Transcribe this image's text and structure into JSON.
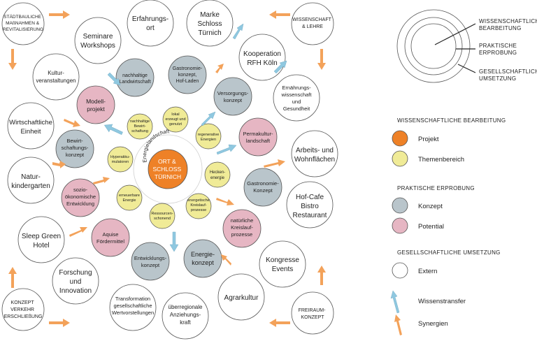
{
  "colors": {
    "projekt": "#ee8127",
    "themenbereich": "#f0eb97",
    "konzept": "#b9c5cb",
    "potential": "#e6b6c3",
    "extern": "#ffffff",
    "stroke": "#555555",
    "wissenstransfer": "#8fc8e0",
    "synergien": "#f3a25a"
  },
  "center": {
    "label": [
      "ORT &",
      "SCHLOSS",
      "TÜRNICH"
    ],
    "arc_label": "Energielandschaft"
  },
  "themes": [
    [
      "lokal",
      "erzeugt und",
      "genutzt"
    ],
    [
      "regenerative",
      "Energien"
    ],
    [
      "Hecken-",
      "energie"
    ],
    [
      "energetische",
      "Kreislauf-",
      "prozesse"
    ],
    [
      "Ressourcen-",
      "schonend"
    ],
    [
      "erneuerbare",
      "Energie"
    ],
    [
      "Hyperakku-",
      "mulatoren"
    ],
    [
      "nachhaltige",
      "Bewirt-",
      "schaftung"
    ]
  ],
  "concepts": [
    [
      "nachhaltige",
      "Landwirtschaft"
    ],
    [
      "Gastronomie-",
      "konzept,",
      "Hof-Laden"
    ],
    [
      "Versorgungs-",
      "konzept"
    ],
    [
      "Gastronomie-",
      "Konzept"
    ],
    [
      "Energie-",
      "konzept"
    ],
    [
      "Entwicklungs-",
      "konzept"
    ],
    [
      "Bewirt-",
      "schaftungs-",
      "konzept"
    ]
  ],
  "potentials": [
    [
      "Modell-",
      "projekt"
    ],
    [
      "Permakultur-",
      "landschaft"
    ],
    [
      "natürliche",
      "Kreislauf-",
      "prozesse"
    ],
    [
      "Aquise",
      "Fördermittel"
    ],
    [
      "sozio-",
      "ökonomische",
      "Entwicklung"
    ]
  ],
  "externals": [
    [
      "Erfahrungs-",
      "ort"
    ],
    [
      "Marke",
      "Schloss",
      "Türnich"
    ],
    [
      "Seminare",
      "Workshops"
    ],
    [
      "Kultur-",
      "veranstaltungen"
    ],
    [
      "Kooperation",
      "RFH Köln"
    ],
    [
      "Ernährungs-",
      "wissenschaft",
      "und",
      "Gesundheit"
    ],
    [
      "Wirtschaftliche",
      "Einheit"
    ],
    [
      "Arbeits- und",
      "Wohnflächen"
    ],
    [
      "Natur-",
      "kindergarten"
    ],
    [
      "Hof-Cafe",
      "Bistro",
      "Restaurant"
    ],
    [
      "Sleep Green",
      "Hotel"
    ],
    [
      "Kongresse",
      "Events"
    ],
    [
      "Forschung",
      "und",
      "Innovation"
    ],
    [
      "Agrarkultur"
    ],
    [
      "Transformation",
      "gesellschaftliche",
      "Wertvorstellungen"
    ],
    [
      "überregionale",
      "Anziehungs-",
      "kraft"
    ]
  ],
  "corners": [
    [
      "STÄDTBAULICHE",
      "MAßNAHMEN &",
      "REVITALISIERUNG"
    ],
    [
      "WISSENSCHAFT",
      "& LEHRE"
    ],
    [
      "KONZEPT",
      "VERKEHR",
      "ERSCHLIEßUNG"
    ],
    [
      "FREIRAUM-",
      "KONZEPT"
    ]
  ],
  "legend": {
    "rings": [
      "WISSENSCHAFTLICHE",
      "BEARBEITUNG",
      "PRAKTISCHE",
      "ERPROBUNG",
      "GESELLSCHAFTLICHE",
      "UMSETZUNG"
    ],
    "sec1_title": "WISSENSCHAFTLICHE BEARBEITUNG",
    "projekt": "Projekt",
    "themenbereich": "Themenbereich",
    "sec2_title": "PRAKTISCHE ERPROBUNG",
    "konzept": "Konzept",
    "potential": "Potential",
    "sec3_title": "GESELLSCHAFTLICHE UMSETZUNG",
    "extern": "Extern",
    "wissenstransfer": "Wissenstransfer",
    "synergien": "Synergien"
  }
}
